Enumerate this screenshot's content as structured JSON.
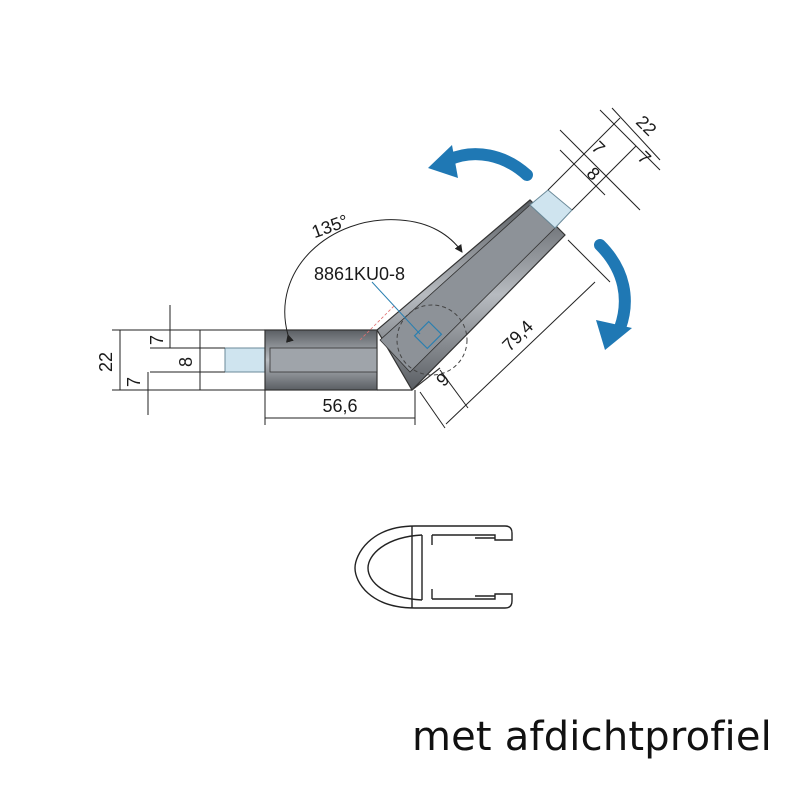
{
  "diagram": {
    "angle_label": "135°",
    "part_code": "8861KU0-8",
    "dims": {
      "left_total": "22",
      "left_top": "7",
      "left_mid": "8",
      "left_bottom": "7",
      "bottom_length": "56,6",
      "arm_length": "79,4",
      "gap": "9",
      "top_total": "22",
      "top_a": "7",
      "top_b": "8",
      "top_c": "7"
    },
    "colors": {
      "glass": "#cfe4ef",
      "profile_dark": "#4a4d52",
      "profile_light": "#a9adb2",
      "arrow": "#1f78b4"
    }
  },
  "caption": "met afdichtprofiel"
}
